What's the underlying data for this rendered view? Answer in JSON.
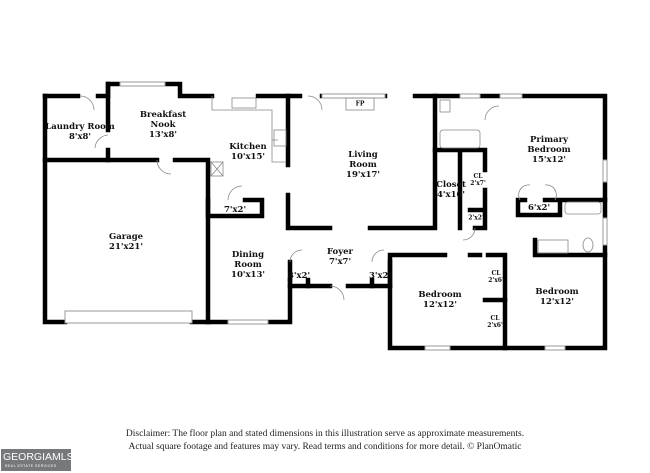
{
  "rooms": [
    {
      "name": "Laundry Room",
      "dims": "8'x8'"
    },
    {
      "name": "Breakfast Nook",
      "dims": "13'x8'"
    },
    {
      "name": "Kitchen",
      "dims": "10'x15'"
    },
    {
      "name": "Living Room",
      "dims": "19'x17'"
    },
    {
      "name": "Primary Bedroom",
      "dims": "15'x12'"
    },
    {
      "name": "Closet",
      "dims": "4'x10'"
    },
    {
      "name": "Garage",
      "dims": "21'x21'"
    },
    {
      "name": "Dining Room",
      "dims": "10'x13'"
    },
    {
      "name": "Foyer",
      "dims": "7'x7'"
    },
    {
      "name": "Bedroom",
      "dims": "12'x12'"
    },
    {
      "name": "Bedroom",
      "dims": "12'x12'"
    }
  ],
  "small_labels": {
    "pantry": "7'x2'",
    "closet_left": "3'x2'",
    "closet_right": "3'x2'",
    "cl_primary": "CL",
    "cl_primary_dims": "2'x7'",
    "linen": "2'x2'",
    "primary_closet": "6'x2'",
    "cl_bed1": "CL",
    "cl_bed1_dims": "2'x6'",
    "cl_bed2": "CL",
    "cl_bed2_dims": "2'x6'",
    "fireplace": "FP"
  },
  "disclaimer": [
    "Disclaimer: The floor plan and stated dimensions in this illustration serve as approximate measurements.",
    "Actual square footage and features may vary. Read terms and conditions for more detail. © PlanOmatic"
  ],
  "logo": {
    "text": "GEORGIAMLS",
    "sub": "REAL ESTATE SERVICES"
  }
}
